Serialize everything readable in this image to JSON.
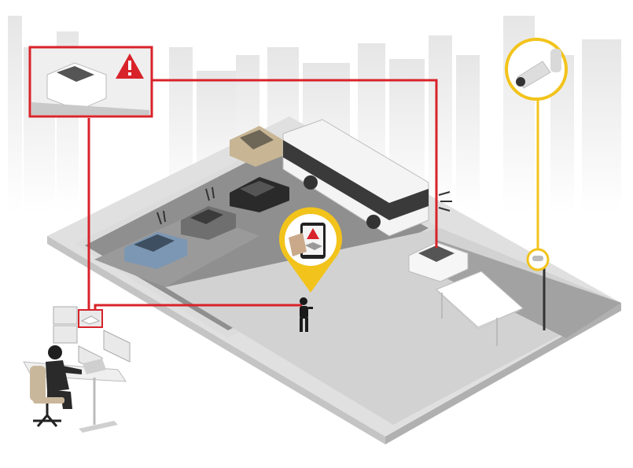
{
  "title": "",
  "colors": {
    "alert_red": "#d8232a",
    "camera_yellow": "#f2c31b",
    "ground_dark": "#8a8a8a",
    "ground_light": "#d8d8d8",
    "parking_lot": "#8f8f8f",
    "skyline": "#e6e6e6",
    "background": "#ffffff"
  },
  "icons": {
    "alert_snapshot": "warning-triangle-icon",
    "camera_bubble": "security-camera-icon",
    "phone_pin": "location-pin-phone-icon",
    "pole_camera": "pole-camera-icon"
  },
  "scene": {
    "elements": [
      "city-skyline",
      "parking-lot",
      "parked-cars",
      "bus",
      "white-suv",
      "bus-shelter",
      "camera-pole",
      "security-guard",
      "operator-workstation"
    ]
  }
}
